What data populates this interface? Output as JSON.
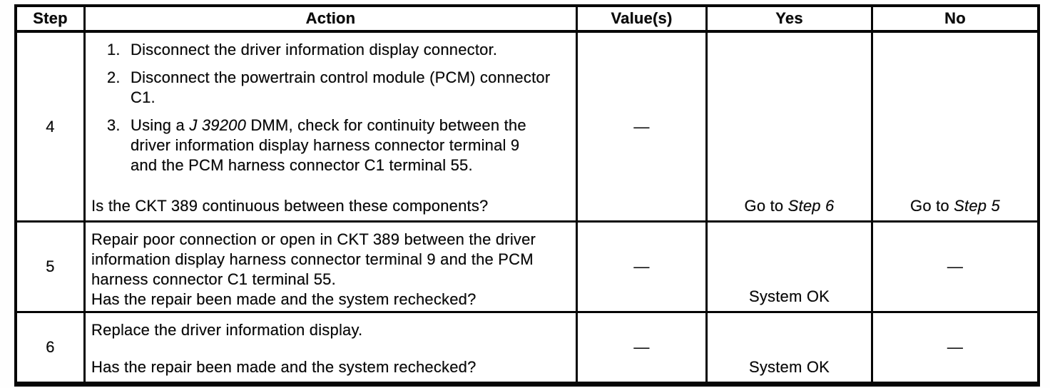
{
  "header": {
    "step": "Step",
    "action": "Action",
    "values": "Value(s)",
    "yes": "Yes",
    "no": "No"
  },
  "rows": [
    {
      "step": "4",
      "items": [
        {
          "num": "1.",
          "text": "Disconnect the driver information display connector."
        },
        {
          "num": "2.",
          "text": "Disconnect the powertrain control module (PCM) connector C1."
        },
        {
          "num": "3.",
          "pre": "Using a ",
          "italic": "J 39200",
          "post": " DMM, check for continuity between the driver information display harness connector terminal 9 and the PCM harness connector C1 terminal 55."
        }
      ],
      "question": "Is the CKT 389 continuous between these components?",
      "value": "—",
      "yes": {
        "pre": "Go to ",
        "italic": "Step 6"
      },
      "no": {
        "pre": "Go to ",
        "italic": "Step 5"
      }
    },
    {
      "step": "5",
      "text": "Repair poor connection or open in CKT 389 between the driver information display harness connector terminal 9 and the PCM harness connector C1 terminal 55.",
      "question": "Has the repair been made and the system rechecked?",
      "value": "—",
      "yes": "System OK",
      "no": "—"
    },
    {
      "step": "6",
      "text": "Replace the driver information display.",
      "question": "Has the repair been made and the system rechecked?",
      "value": "—",
      "yes": "System OK",
      "no": "—"
    }
  ]
}
